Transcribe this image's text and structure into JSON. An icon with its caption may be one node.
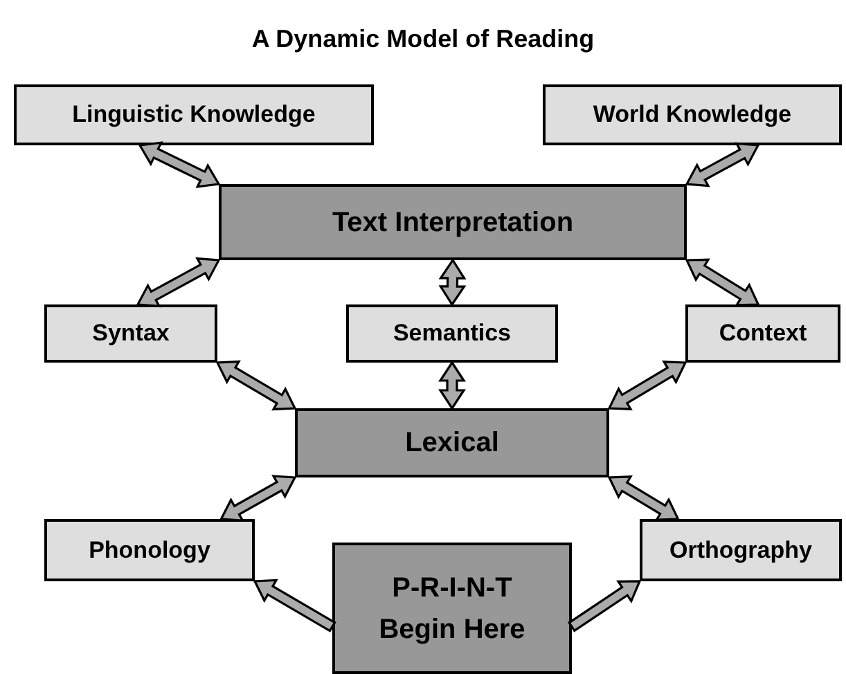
{
  "diagram": {
    "title": "A Dynamic Model of Reading",
    "nodes": [
      {
        "text": [
          "Linguistic Knowledge"
        ]
      },
      {
        "text": [
          "World Knowledge"
        ]
      },
      {
        "text": [
          "Text Interpretation"
        ]
      },
      {
        "text": [
          "Syntax"
        ]
      },
      {
        "text": [
          "Semantics"
        ]
      },
      {
        "text": [
          "Context"
        ]
      },
      {
        "text": [
          "Lexical"
        ]
      },
      {
        "text": [
          "Phonology"
        ]
      },
      {
        "text": [
          "Orthography"
        ]
      },
      {
        "text": [
          "P-R-I-N-T Begin Here"
        ]
      }
    ],
    "edges": [
      {
        "from": 0,
        "to": 2,
        "arrow": "both"
      },
      {
        "from": 1,
        "to": 2,
        "arrow": "both"
      },
      {
        "from": 3,
        "to": 2,
        "arrow": "both"
      },
      {
        "from": 4,
        "to": 2,
        "arrow": "both"
      },
      {
        "from": 5,
        "to": 2,
        "arrow": "both"
      },
      {
        "from": 3,
        "to": 6,
        "arrow": "both"
      },
      {
        "from": 4,
        "to": 6,
        "arrow": "both"
      },
      {
        "from": 5,
        "to": 6,
        "arrow": "both"
      },
      {
        "from": 6,
        "to": 7,
        "arrow": "both"
      },
      {
        "from": 6,
        "to": 8,
        "arrow": "both"
      },
      {
        "from": 9,
        "to": 7,
        "arrow": "to"
      },
      {
        "from": 9,
        "to": 8,
        "arrow": "to"
      }
    ]
  }
}
